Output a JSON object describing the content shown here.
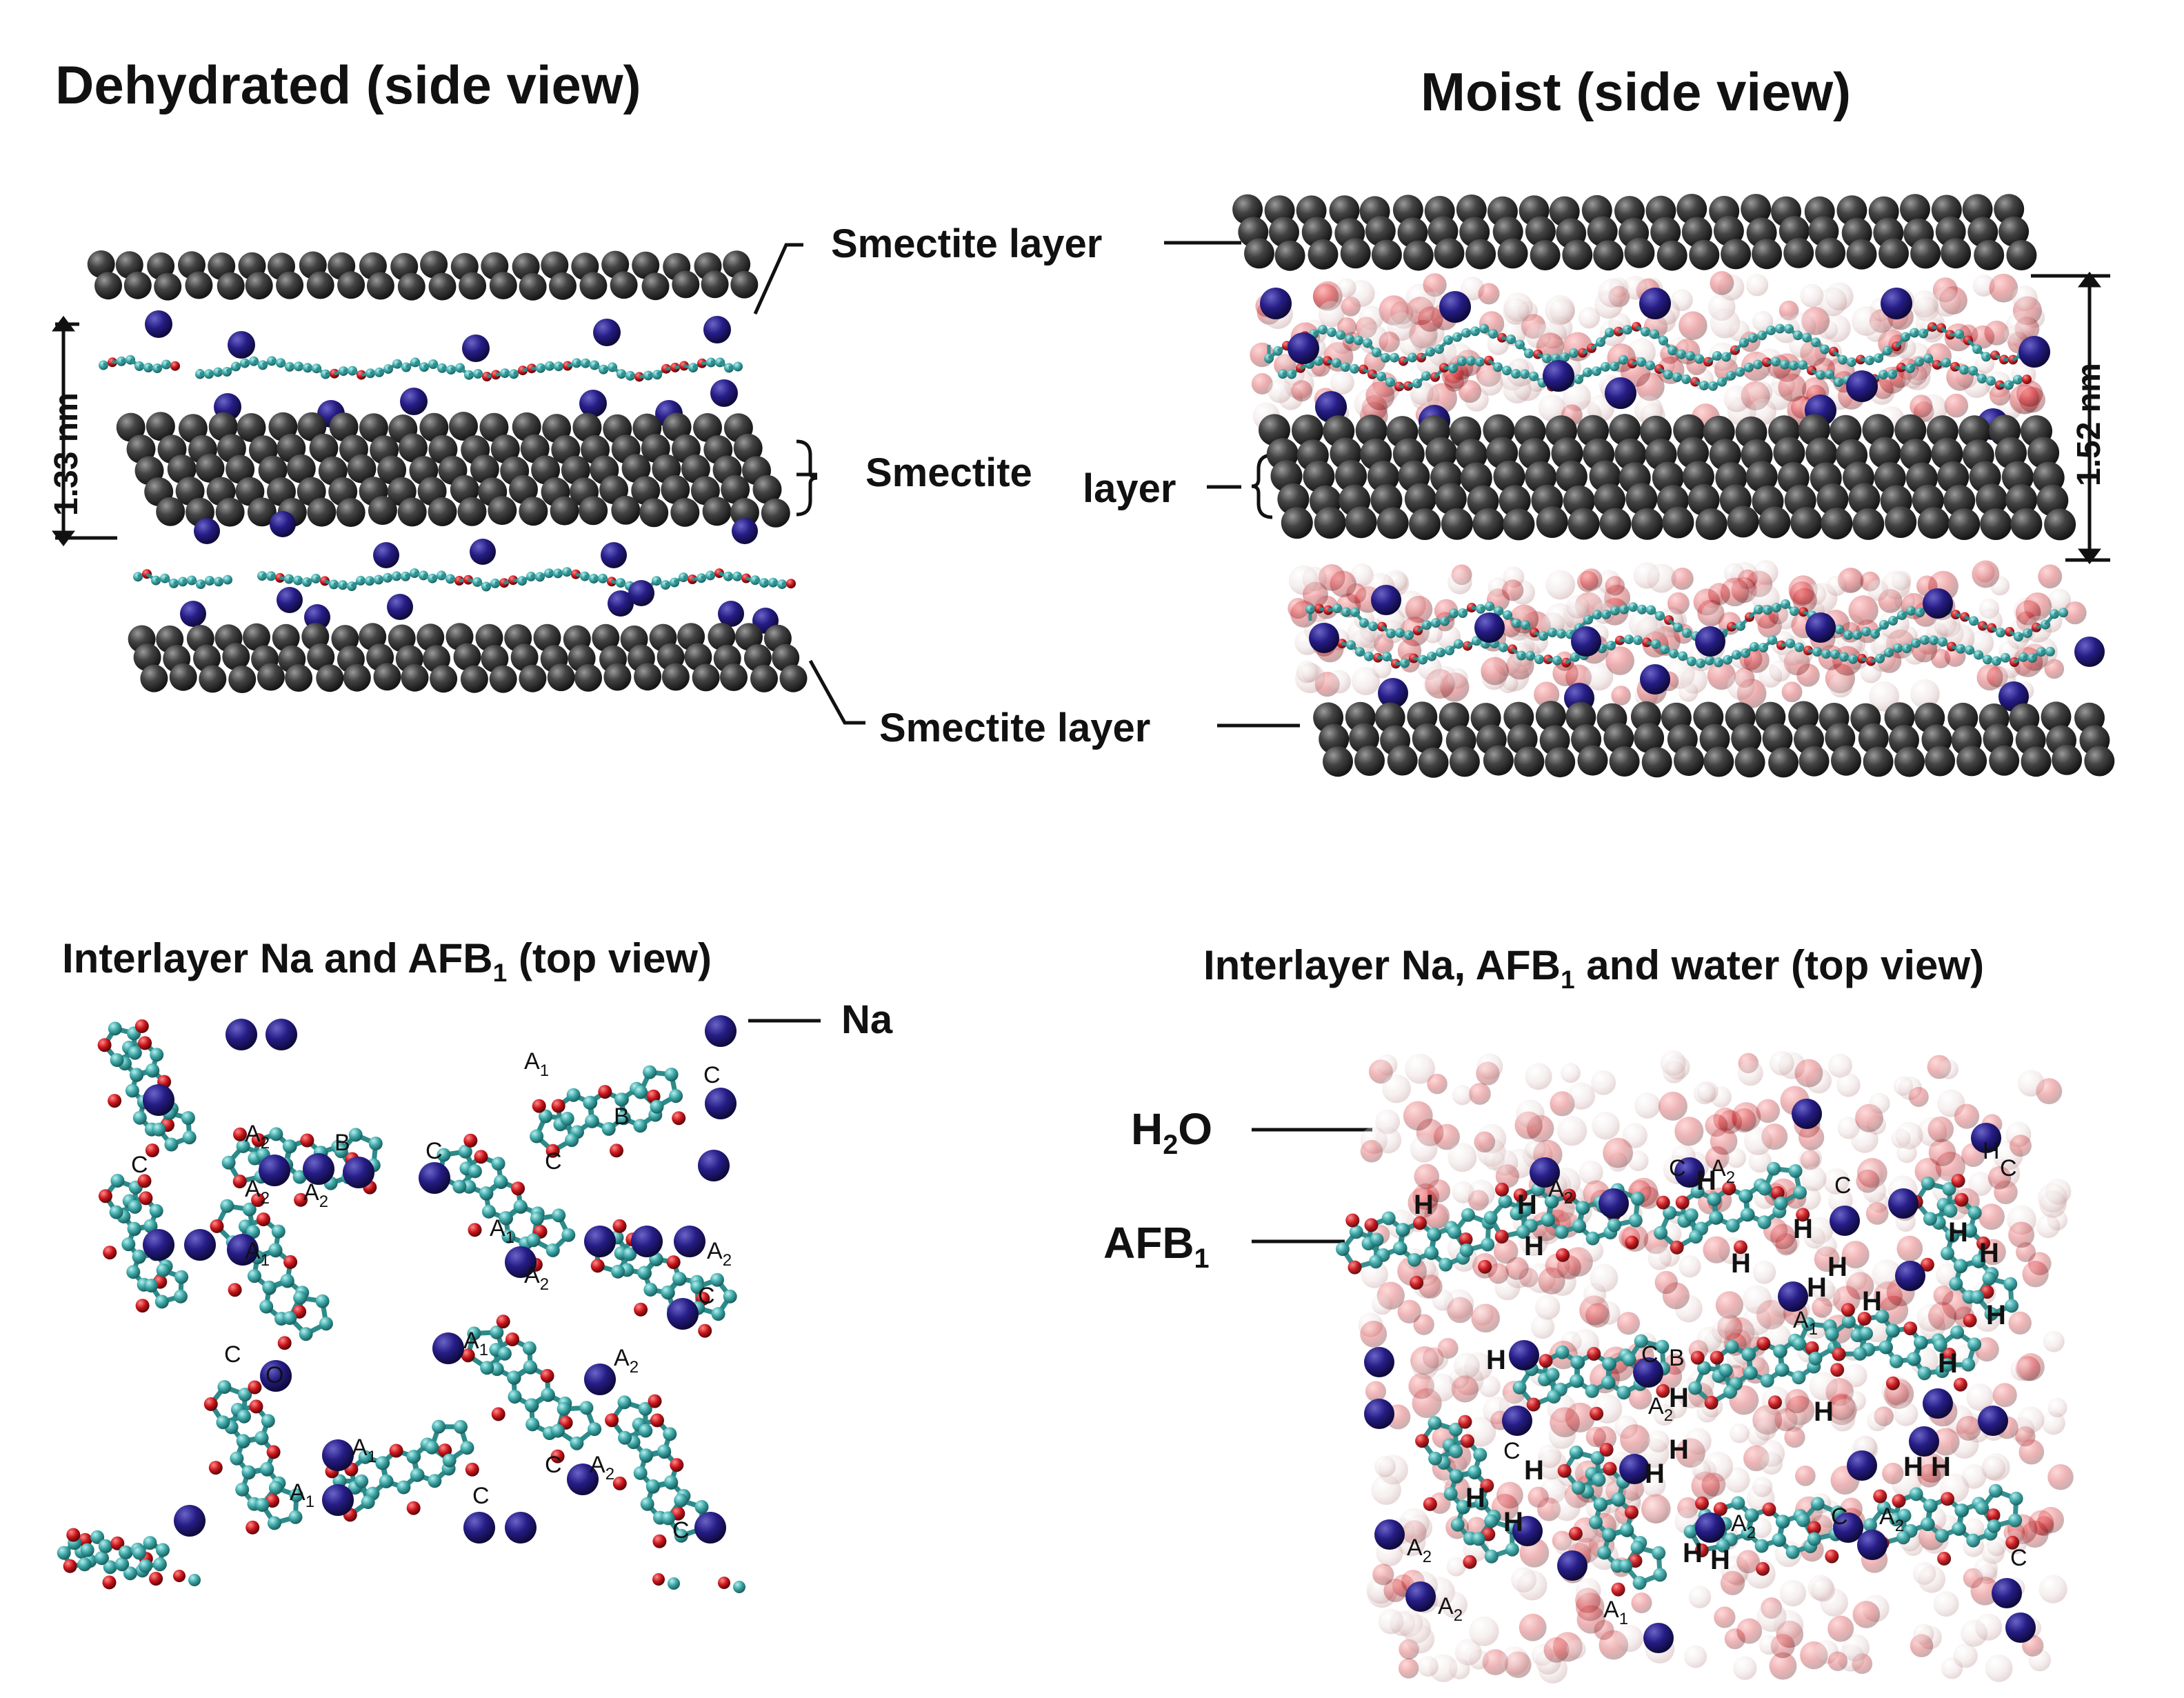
{
  "titles": {
    "dehydrated": "Dehydrated (side view)",
    "moist": "Moist (side view)",
    "top_left": "Interlayer Na and AFB",
    "top_left_sub": "1",
    "top_left_tail": " (top view)",
    "top_right": "Interlayer Na, AFB",
    "top_right_sub": "1",
    "top_right_tail": " and water (top view)"
  },
  "labels": {
    "smectite_top": "Smectite layer",
    "smectite_mid_a": "Smectite",
    "smectite_mid_b": "layer",
    "smectite_bottom": "Smectite layer",
    "spacing_dry": "1.33 nm",
    "spacing_moist": "1.52 nm",
    "na": "Na",
    "h2o_main": "H",
    "h2o_sub": "2",
    "h2o_tail": "O",
    "afb_main": "AFB",
    "afb_sub": "1"
  },
  "atom_labels": {
    "A1": "A1",
    "A2": "A2",
    "B": "B",
    "C": "C",
    "H": "H"
  },
  "colors": {
    "smectite": "#3a3a3a",
    "sodium": "#241d7a",
    "carbon": "#3fa9a9",
    "oxygen": "#c0141a",
    "water": "#d9a0a0"
  }
}
